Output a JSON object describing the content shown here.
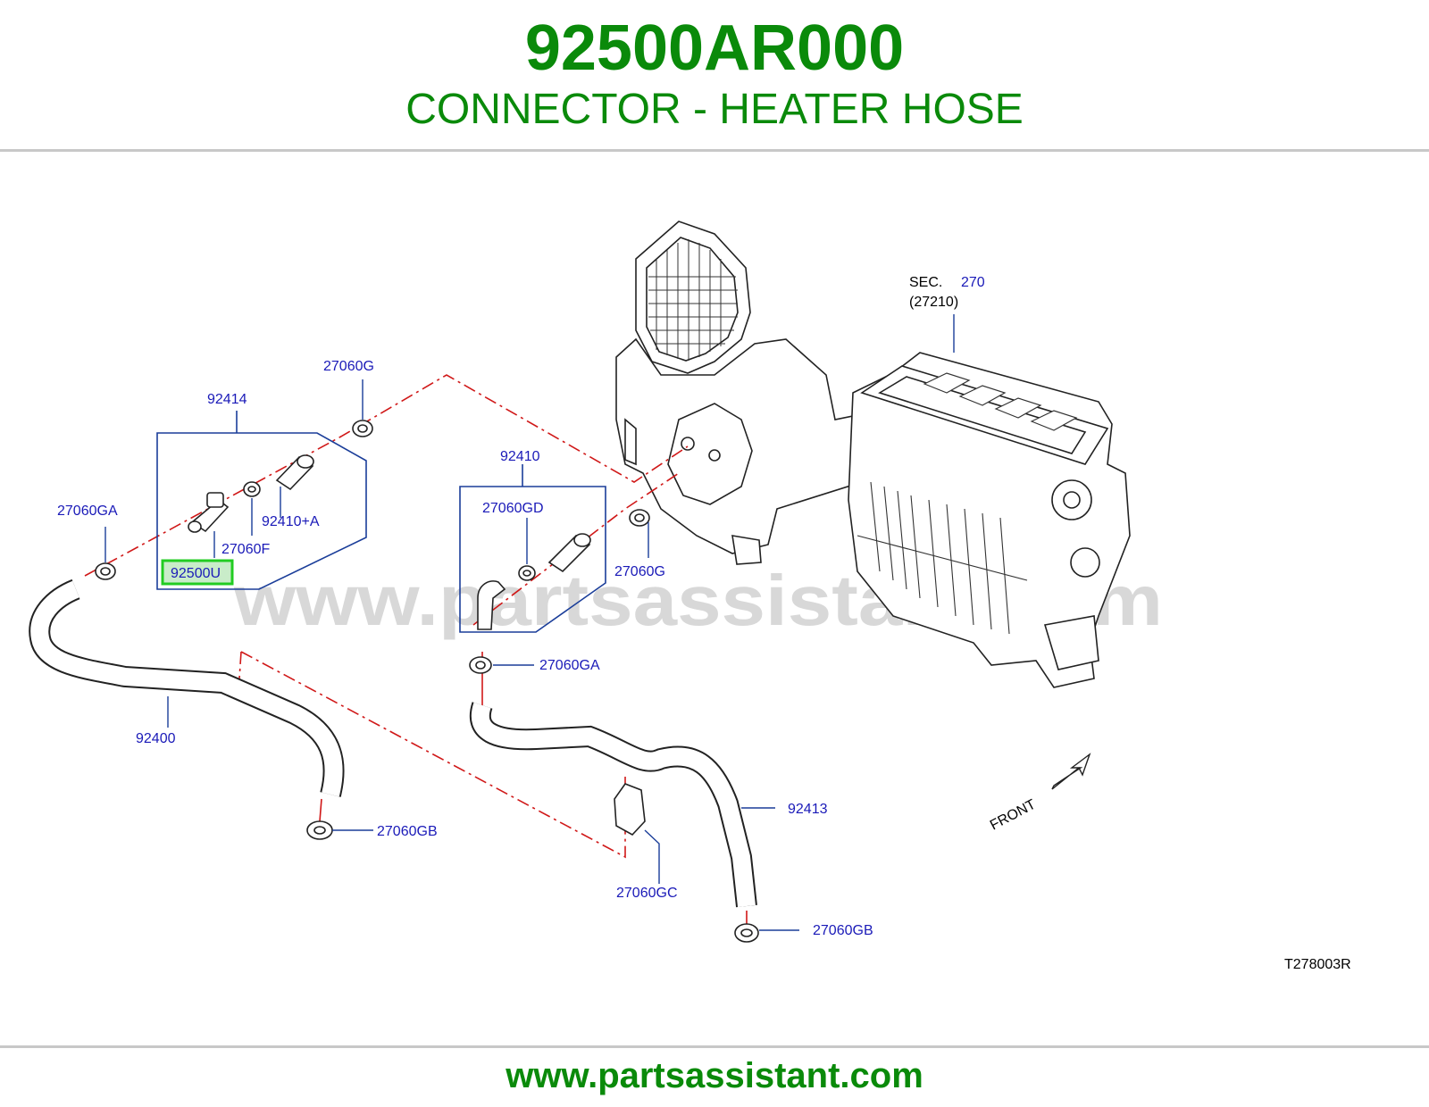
{
  "header": {
    "part_number": "92500AR000",
    "description": "CONNECTOR - HEATER HOSE"
  },
  "diagram": {
    "labels": {
      "sec_prefix": "SEC.",
      "sec_number": "270",
      "sec_ref": "(27210)",
      "l_27060G_top": "27060G",
      "l_92414": "92414",
      "l_92410": "92410",
      "l_27060GD": "27060GD",
      "l_27060GA_left": "27060GA",
      "l_92410A": "92410+A",
      "l_27060F": "27060F",
      "l_92500U": "92500U",
      "l_27060G_right": "27060G",
      "l_27060GA_mid": "27060GA",
      "l_92400": "92400",
      "l_27060GB_left": "27060GB",
      "l_92413": "92413",
      "l_27060GC": "27060GC",
      "l_27060GB_right": "27060GB",
      "front": "FRONT",
      "drawing_code": "T278003R"
    },
    "watermark": "www.partsassistant.com",
    "highlight_color": "#22cc22",
    "label_color": "#1a1ab8"
  },
  "footer": {
    "url": "www.partsassistant.com"
  }
}
